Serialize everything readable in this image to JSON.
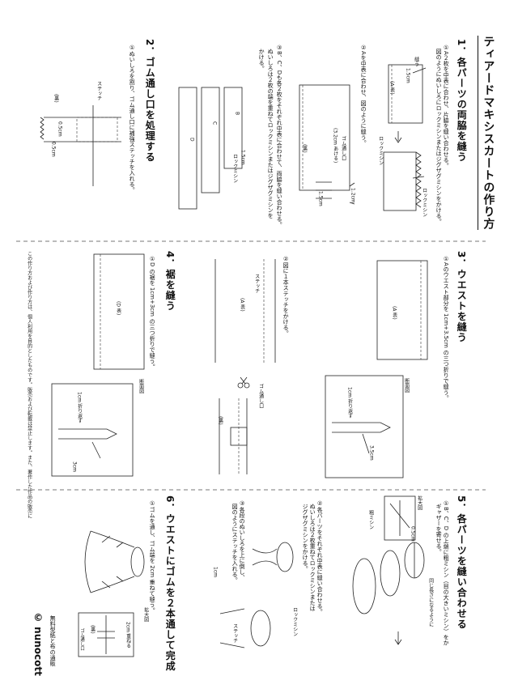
{
  "title": "ティアードマキシスカートの作り方",
  "sections": {
    "s1": {
      "heading": "1．各パーツの両脇を縫う",
      "step1": "①A２枚を中表に合わせ、片脇を縫い合わせる。",
      "step1b": "図のようにぬいしろにロックミシンまたはジグザグミシンをかける。",
      "step2": "②Aを中表に合わせ、図のように縫う。",
      "step3": "③B、C、Dも各２枚をそれぞれ中表に合わせて、両脇を縫い合わせる。",
      "step3b": "ぬいしろは２枚の端を重ねてロックミシンまたはジグザグミシンを",
      "step3c": "かける。",
      "labels": {
        "sewing": "縫う",
        "part_a": "(A 表)",
        "part_a_back": "(裏)",
        "m15": "1.5cm",
        "m15b": "1.5cm",
        "m12": "1.2cm",
        "m15c": "1.5cm",
        "lock1": "ロックミシン",
        "lock2": "ロックミシン",
        "lock3": "ロックミシン",
        "gomu_port": "ゴム通し口",
        "gomu_open": "(3.2cm あける)",
        "b": "B",
        "c": "C",
        "d": "D"
      }
    },
    "s2": {
      "heading": "2．ゴム通し口を処理する",
      "step1": "①ぬいしろを割り、ゴム通し口に補強ステッチを入れる。",
      "labels": {
        "back": "(裏)",
        "stitch": "ステッチ",
        "m05a": "0.5cm",
        "m05b": "0.5cm"
      }
    },
    "s3": {
      "heading": "3．ウエストを縫う",
      "step1": "①Aのウエスト部分を 1cm+3.5cm の三つ折りで縫う。",
      "step2": "②図に１本ステッチをかける。",
      "labels": {
        "part_a": "(A 表)",
        "section_view": "断面図",
        "fold1": "1cm 折り返す",
        "m35": "3.5cm",
        "part_a2": "(A 表)",
        "stitch": "ステッチ",
        "gomu_port": "ゴム通し口",
        "back": "(裏)"
      }
    },
    "s4": {
      "heading": "4．裾を縫う",
      "step1": "①D の裾を 1cm+3cm の三つ折りで縫う。",
      "labels": {
        "part_d": "(D 表)",
        "section_view": "断面図",
        "fold1": "1cm 折り返す",
        "m3": "3cm"
      }
    },
    "s5": {
      "heading": "5．各パーツを縫い合わせる",
      "step1": "①B、C、D の上端に粗ミシン（目の大きいミシン）をか",
      "step1b": "ギャザーを寄せる。",
      "step2": "②各パーツをそれぞれ中表に縫い合わせる。",
      "step2b": "ぬいしろは２枚重ねてロックミシンまたは",
      "step2c": "ジグザグミシンをかける。",
      "step3": "③各段のぬいしろを上に倒し、",
      "step3b": "図のようにステッチを入れる。",
      "labels": {
        "zoom": "拡大図",
        "m05": "0.5cm",
        "coarse": "粗ミシン",
        "match": "同じ長さになるように",
        "lock": "ロックミシン",
        "m1": "1cm",
        "stitch": "ステッチ"
      }
    },
    "s6": {
      "heading": "6．ウエストにゴムを２本通して完成",
      "step1": "①ゴムを通し、ゴム端を 2cm 重ねて縫う。",
      "labels": {
        "zoom": "拡大図",
        "m2": "2cm 重ねる",
        "back": "(裏)",
        "gomu": "ゴム通し口"
      }
    }
  },
  "footer": {
    "copyright_note": "この作り方および作り方は、個人利用を目的としたものです。販売および転載は禁止します。また、著作した作品の販売に",
    "brand_note": "無料型紙と布の通販",
    "brand": "© nunocott"
  }
}
